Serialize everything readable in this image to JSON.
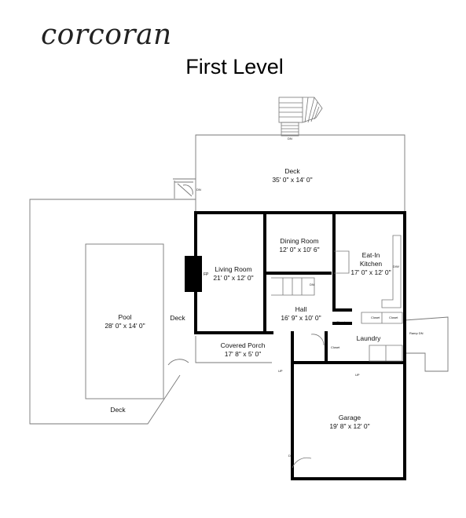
{
  "brand": "corcoran",
  "title": "First Level",
  "rooms": {
    "deck_top": {
      "name": "Deck",
      "dims": "35' 0\" x 14' 0\""
    },
    "living": {
      "name": "Living Room",
      "dims": "21' 0\" x 12' 0\""
    },
    "dining": {
      "name": "Dining Room",
      "dims": "12' 0\" x 10' 6\""
    },
    "kitchen": {
      "name": "Eat-In",
      "name2": "Kitchen",
      "dims": "17' 0\" x 12' 0\""
    },
    "hall": {
      "name": "Hall",
      "dims": "16' 9\" x 10' 0\""
    },
    "pool": {
      "name": "Pool",
      "dims": "28' 0\" x 14' 0\""
    },
    "deck_side": {
      "name": "Deck"
    },
    "deck_bottom": {
      "name": "Deck"
    },
    "porch": {
      "name": "Covered Porch",
      "dims": "17' 8\" x 5' 0\""
    },
    "laundry": {
      "name": "Laundry"
    },
    "garage": {
      "name": "Garage",
      "dims": "19' 8\" x 12' 0\""
    }
  },
  "labels": {
    "fireplace": "FP",
    "closet": "Closet",
    "dn": "DN",
    "up": "UP",
    "ramp": "Ramp DN",
    "dw": "D/W"
  },
  "colors": {
    "wall": "#000000",
    "line": "#777777"
  }
}
